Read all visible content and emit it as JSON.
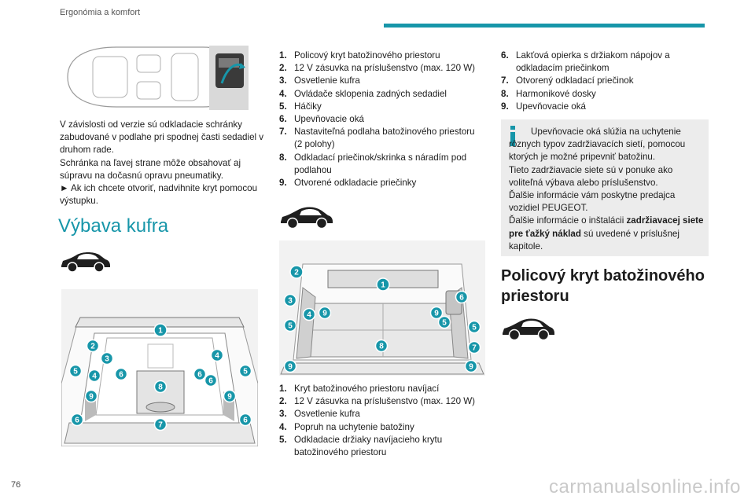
{
  "header": {
    "title": "Ergonómia a komfort"
  },
  "page_number": "76",
  "watermark": "carmanualsonline.info",
  "intro": {
    "lines": [
      "V závislosti od verzie sú odkladacie schránky zabudované v podlahe pri spodnej časti sedadiel v druhom rade.",
      "Schránka na ľavej strane môže obsahovať aj súpravu na dočasnú opravu pneumatiky.",
      "► Ak ich chcete otvoriť, nadvihnite kryt pomocou výstupku."
    ]
  },
  "section_title": "Výbava kufra",
  "list1": [
    {
      "num": "1.",
      "text": "Policový kryt batožinového priestoru"
    },
    {
      "num": "2.",
      "text": "12 V zásuvka na príslušenstvo (max. 120 W)"
    },
    {
      "num": "3.",
      "text": "Osvetlenie kufra"
    },
    {
      "num": "4.",
      "text": "Ovládače sklopenia zadných sedadiel"
    },
    {
      "num": "5.",
      "text": "Háčiky"
    },
    {
      "num": "6.",
      "text": "Upevňovacie oká"
    },
    {
      "num": "7.",
      "text": "Nastaviteľná podlaha batožinového priestoru (2 polohy)"
    },
    {
      "num": "8.",
      "text": "Odkladací priečinok/skrinka s náradím pod podlahou"
    },
    {
      "num": "9.",
      "text": "Otvorené odkladacie priečinky"
    }
  ],
  "list2": [
    {
      "num": "1.",
      "text": "Kryt batožinového priestoru navíjací"
    },
    {
      "num": "2.",
      "text": "12 V zásuvka na príslušenstvo (max. 120 W)"
    },
    {
      "num": "3.",
      "text": "Osvetlenie kufra"
    },
    {
      "num": "4.",
      "text": "Popruh na uchytenie batožiny"
    },
    {
      "num": "5.",
      "text": "Odkladacie držiaky navíjacieho krytu batožinového priestoru"
    }
  ],
  "list3": [
    {
      "num": "6.",
      "text": "Lakťová opierka s držiakom nápojov a odkladacím priečinkom"
    },
    {
      "num": "7.",
      "text": "Otvorený odkladací priečinok"
    },
    {
      "num": "8.",
      "text": "Harmonikové dosky"
    },
    {
      "num": "9.",
      "text": "Upevňovacie oká"
    }
  ],
  "infobox": {
    "p1": "Upevňovacie oká slúžia na uchytenie rôznych typov zadržiavacích sietí, pomocou ktorých je možné pripevniť batožinu.",
    "p2": "Tieto zadržiavacie siete sú v ponuke ako voliteľná výbava alebo príslušenstvo.",
    "p3": "Ďalšie informácie vám poskytne predajca vozidiel PEUGEOT.",
    "p4_pre": "Ďalšie informácie o inštalácii ",
    "p4_bold": "zadržiavacej siete pre ťažký náklad",
    "p4_post": " sú uvedené v príslušnej kapitole."
  },
  "subsection_title": "Policový kryt batožinového priestoru",
  "diagram1_labels": [
    "1",
    "2",
    "3",
    "4",
    "5",
    "5",
    "6",
    "6",
    "4",
    "6",
    "8",
    "9",
    "9",
    "6",
    "7",
    "6"
  ],
  "diagram2_labels": [
    "2",
    "1",
    "3",
    "6",
    "4",
    "9",
    "9",
    "5",
    "5",
    "5",
    "8",
    "7",
    "9",
    "9"
  ],
  "colors": {
    "accent": "#1796a9",
    "infobox_bg": "#ececec"
  }
}
